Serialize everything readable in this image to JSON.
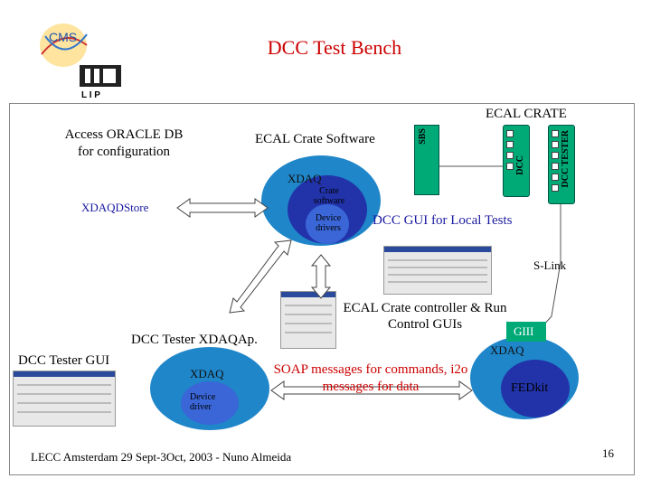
{
  "title": "DCC Test Bench",
  "logos": {
    "cms": "CMS",
    "lip": "L I P"
  },
  "diagram": {
    "oracle": "Access ORACLE DB for configuration",
    "ecal_software": "ECAL Crate Software",
    "xdaqdstore": "XDAQDStore",
    "ecal_crate": "ECAL CRATE",
    "sbs": "SBS",
    "dcc": "DCC",
    "dcc_tester": "DCC TESTER",
    "xdaq_top": "XDAQ",
    "crate_software": "Crate software",
    "device_drivers": "Device drivers",
    "dcc_gui_local": "DCC GUI for Local Tests",
    "slink": "S-Link",
    "crate_controller": "ECAL Crate controller & Run Control GUIs",
    "giii": "GIII",
    "xdaq_right": "XDAQ",
    "fedkit": "FEDkit",
    "tester_xdaq": "DCC Tester XDAQAp.",
    "tester_gui": "DCC Tester GUI",
    "xdaq_bottom": "XDAQ",
    "device_driver": "Device driver",
    "soap": "SOAP messages for commands, i2o messages for data"
  },
  "footer": {
    "text": "LECC Amsterdam 29 Sept-3Oct, 2003 - Nuno Almeida",
    "page": "16"
  },
  "colors": {
    "title": "#cc0000",
    "xdaq_outer": "#1f86c9",
    "xdaq_inner": "#2233aa",
    "board_green": "#00aa77",
    "arrow_fill": "#ffffff"
  }
}
